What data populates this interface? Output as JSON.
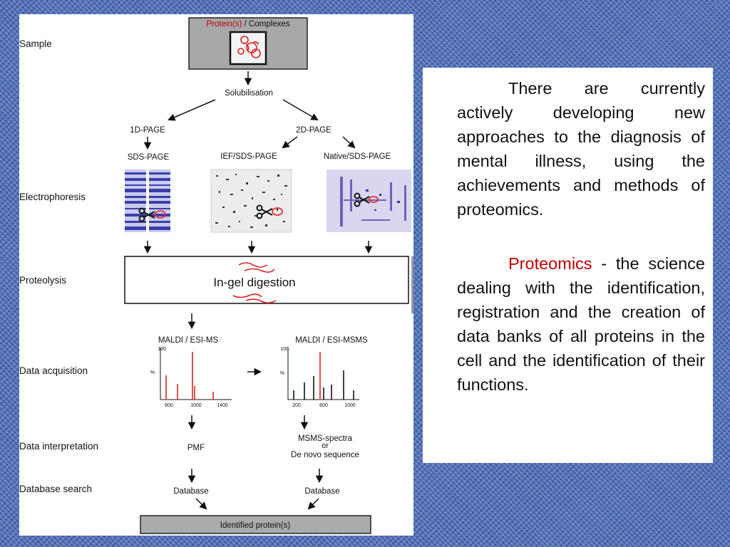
{
  "diagram": {
    "row_labels": {
      "sample": "Sample",
      "electrophoresis": "Electrophoresis",
      "proteolysis": "Proteolysis",
      "data_acquisition": "Data acquisition",
      "data_interpretation": "Data interpretation",
      "database_search": "Database search"
    },
    "sample_box": {
      "highlight": "Protein(s)",
      "rest": " / Complexes"
    },
    "solubilisation": "Solubilisation",
    "page_1d": "1D-PAGE",
    "page_2d": "2D-PAGE",
    "sds_page": "SDS-PAGE",
    "ief_sds_page": "IEF/SDS-PAGE",
    "native_sds_page": "Native/SDS-PAGE",
    "digestion": "In-gel digestion",
    "ms_left": {
      "title": "MALDI / ESI-MS",
      "y_top": "100",
      "y_unit": "%",
      "x_ticks": [
        "600",
        "1000",
        "1400"
      ]
    },
    "ms_right": {
      "title": "MALDI / ESI-MSMS",
      "y_top": "100",
      "y_unit": "%",
      "x_ticks": [
        "200",
        "600",
        "1000"
      ]
    },
    "pmf": "PMF",
    "msms_spectra": "MSMS-spectra",
    "or": "or",
    "de_novo": "De novo sequence",
    "database_left": "Database",
    "database_right": "Database",
    "identified": "Identified protein(s)"
  },
  "text": {
    "para1": "There are currently actively developing new approaches to the diagnosis of mental illness, using the achievements and methods of proteomics.",
    "para2_highlight": "Proteomics",
    "para2_rest": " - the science dealing with the identification, registration and the creation of data banks of all proteins in the cell and the identification of their functions."
  },
  "colors": {
    "highlight_red": "#c00000",
    "spectrum_red": "#e05050",
    "gel_blue": "#3a3fa8",
    "background_blue": "#4f6fb8"
  }
}
